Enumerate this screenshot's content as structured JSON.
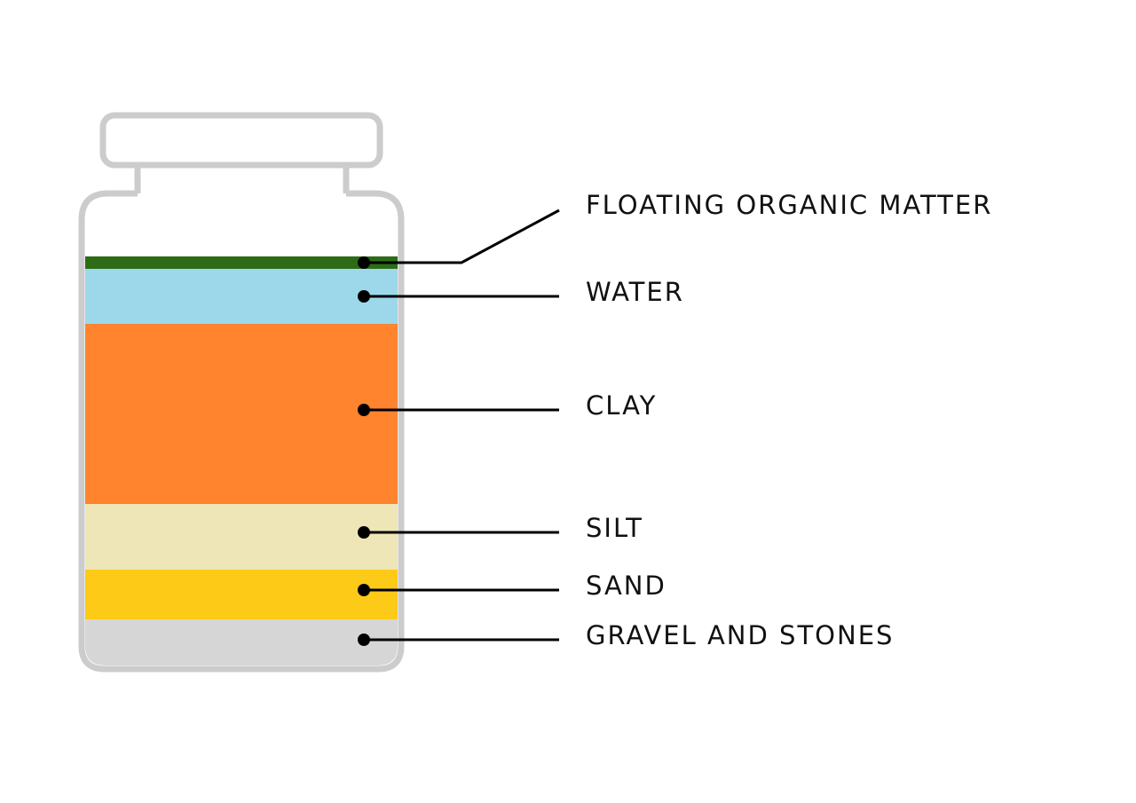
{
  "colors": {
    "jar_outline": "#cccccc",
    "organic": "#2e6b16",
    "water": "#9cd8ea",
    "clay": "#ff842d",
    "silt": "#efe6b7",
    "sand": "#fdca17",
    "gravel": "#d6d6d6",
    "leader": "#000000"
  },
  "layers": [
    {
      "id": "organic",
      "label": "FLOATING ORGANIC MATTER"
    },
    {
      "id": "water",
      "label": "WATER"
    },
    {
      "id": "clay",
      "label": "CLAY"
    },
    {
      "id": "silt",
      "label": "SILT"
    },
    {
      "id": "sand",
      "label": "SAND"
    },
    {
      "id": "gravel",
      "label": "GRAVEL AND STONES"
    }
  ]
}
